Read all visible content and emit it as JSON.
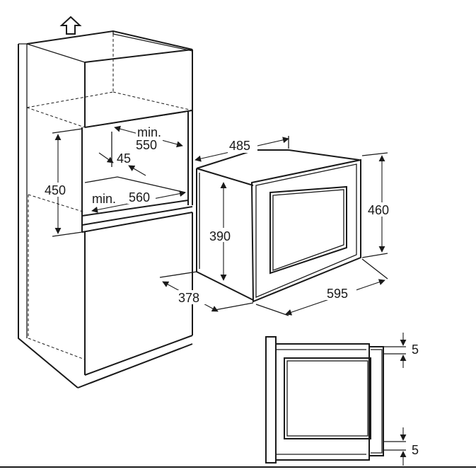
{
  "dimensions": {
    "niche_min_depth": {
      "prefix": "min.",
      "value": "550"
    },
    "niche_min_width": {
      "prefix": "min.",
      "value": "560"
    },
    "ventilation_gap": "45",
    "niche_height": "450",
    "oven_depth_top": "485",
    "oven_body_height": "390",
    "oven_body_depth": "378",
    "front_panel_height": "460",
    "front_panel_width": "595",
    "detail_gap_top": "5",
    "detail_gap_bottom": "5"
  },
  "icons": {
    "up_arrow": "up-arrow-icon"
  },
  "colors": {
    "line": "#1a1a1a",
    "background": "#ffffff"
  }
}
